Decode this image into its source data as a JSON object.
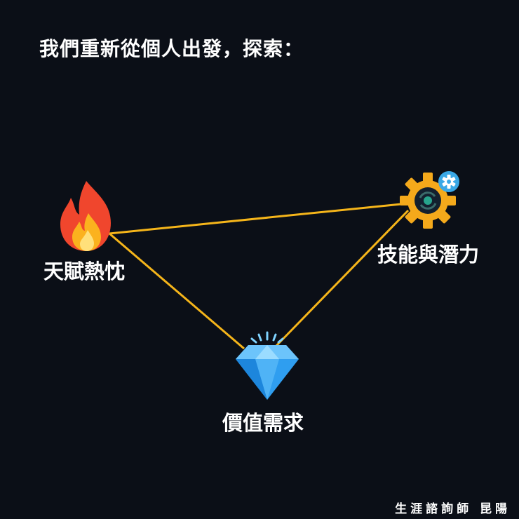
{
  "title": "我們重新從個人出發，探索：",
  "nodes": {
    "talent": {
      "label": "天賦熱忱",
      "icon": "fire-icon"
    },
    "skills": {
      "label": "技能與潛力",
      "icon": "gear-icon"
    },
    "value": {
      "label": "價值需求",
      "icon": "diamond-icon"
    }
  },
  "colors": {
    "background": "#0b0f17",
    "line": "#f5b51a",
    "text": "#ffffff",
    "fire_outer": "#f0462d",
    "fire_inner": "#fbb21e",
    "gear": "#f4a91b",
    "gear_badge": "#3aa8e6",
    "diamond": "#2f9ef0"
  },
  "credit": "生涯諮詢師 昆陽"
}
